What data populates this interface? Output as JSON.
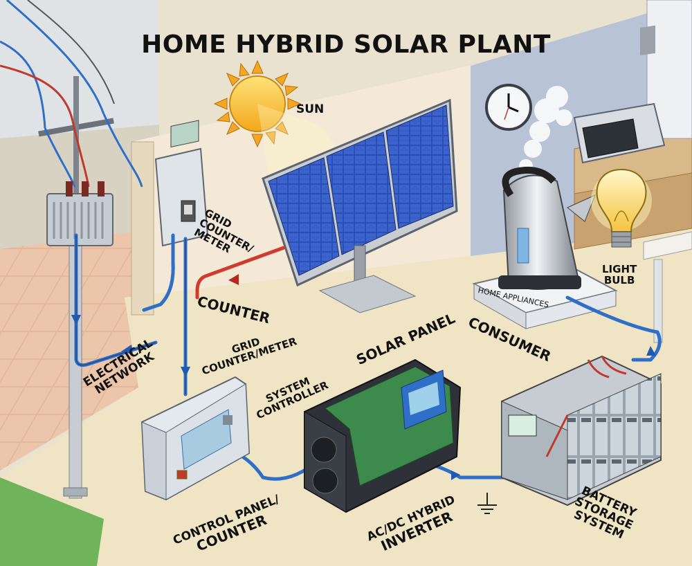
{
  "title": "HOME HYBRID SOLAR PLANT",
  "labels": {
    "sun": "SUN",
    "grid_meter_wall": [
      "GRID",
      "COUNTER/",
      "METER"
    ],
    "counter": "COUNTER",
    "solar_panel": "SOLAR PANEL",
    "electrical_network": [
      "ELECTRICAL",
      "NETWORK"
    ],
    "grid_meter_box": [
      "GRID",
      "COUNTER/METER"
    ],
    "system_controller": [
      "SYSTEM",
      "CONTROLLER"
    ],
    "home_appliances": "HOME APPLIANCES",
    "consumer": "CONSUMER",
    "light_bulb": [
      "LIGHT",
      "BULB"
    ],
    "control_panel": [
      "CONTROL PANEL/",
      "COUNTER"
    ],
    "inverter": [
      "AC/DC HYBRID",
      "INVERTER"
    ],
    "battery": [
      "BATTERY",
      "STORAGE",
      "SYSTEM"
    ]
  },
  "colors": {
    "grid_wire": "#2f6fc7",
    "solar_wire": "#d13a2f",
    "panel_cell": "#2a4fb5",
    "floor": "#efe4c4",
    "wall": "#f3e9d6",
    "wall_blue": "#b8c3d6",
    "sun": "#f7c531"
  },
  "icons": [
    "sun-icon",
    "clock-icon",
    "microwave-icon",
    "kettle-icon",
    "light-bulb-icon",
    "transformer-icon",
    "ground-icon",
    "fan-icon"
  ]
}
